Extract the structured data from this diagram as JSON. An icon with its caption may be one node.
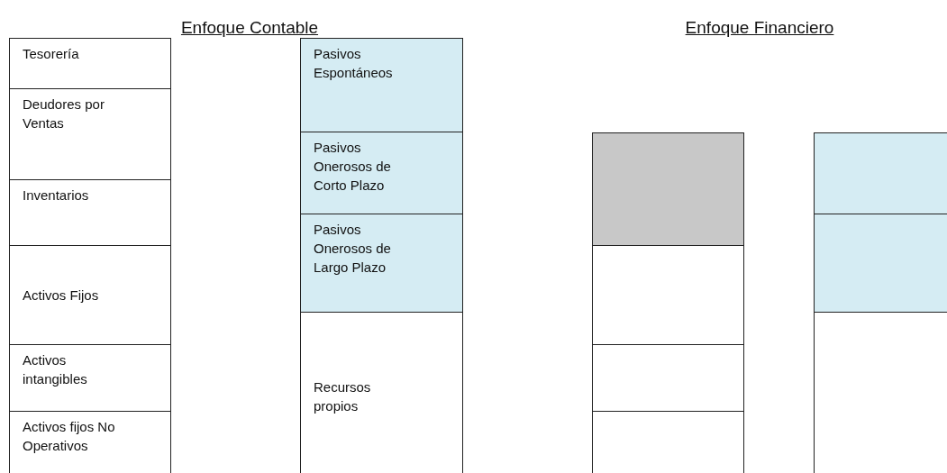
{
  "diagram": {
    "nodes": [
      {
        "text": [
          "Tesorería"
        ]
      },
      {
        "text": [
          "Deudores por Ventas"
        ]
      },
      {
        "text": [
          "Inventarios"
        ]
      },
      {
        "text": [
          "Activos Fijos"
        ]
      },
      {
        "text": [
          "Activos intangibles"
        ]
      },
      {
        "text": [
          "Activos fijos No Operativos"
        ]
      },
      {
        "text": [
          "Pasivos Espontáneos"
        ]
      },
      {
        "text": [
          "Pasivos Onerosos de Corto Plazo"
        ]
      },
      {
        "text": [
          "Pasivos Onerosos de Largo Plazo"
        ]
      },
      {
        "text": [
          "Recursos propios"
        ]
      },
      {
        "text": [],
        "shape": "box"
      },
      {
        "text": [],
        "shape": "box"
      },
      {
        "text": [],
        "shape": "box"
      },
      {
        "text": [],
        "shape": "box"
      },
      {
        "text": [],
        "shape": "box"
      },
      {
        "text": [],
        "shape": "box"
      },
      {
        "text": [],
        "shape": "box"
      }
    ],
    "labels": [
      "Enfoque Contable",
      "Enfoque Financiero"
    ]
  }
}
